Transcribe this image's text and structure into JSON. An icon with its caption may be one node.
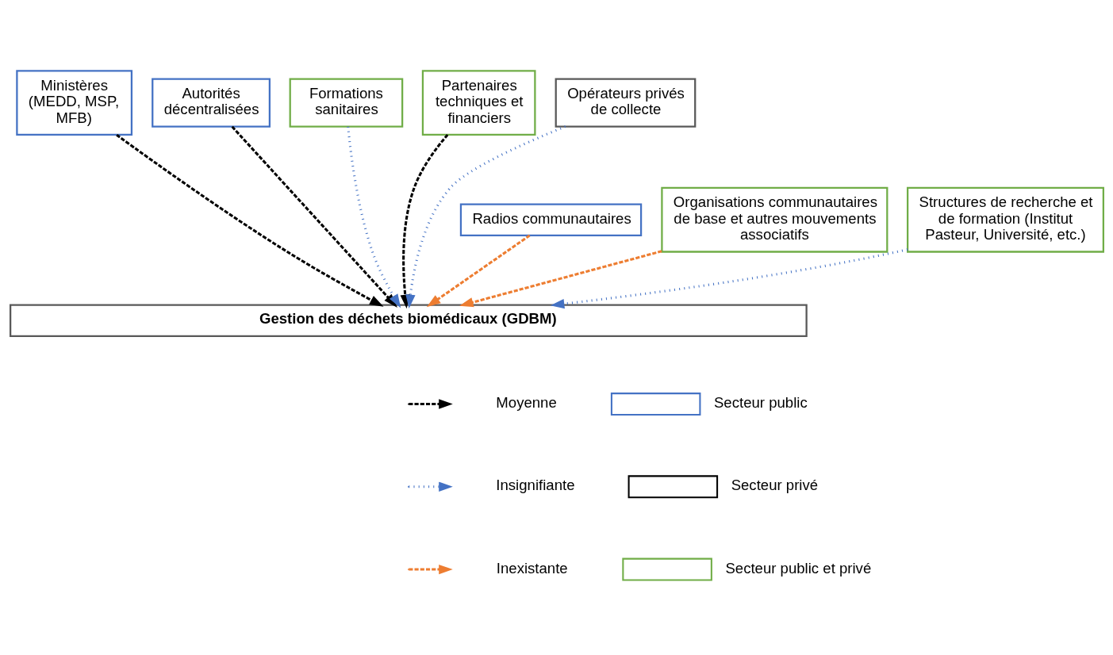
{
  "diagram": {
    "nodes": [
      {
        "text": [
          "Ministères (MEDD, MSP, MFB)"
        ]
      },
      {
        "text": [
          "Autorités décentralisées"
        ]
      },
      {
        "text": [
          "Formations sanitaires"
        ]
      },
      {
        "text": [
          "Partenaires techniques et financiers"
        ]
      },
      {
        "text": [
          "Opérateurs privés de collecte"
        ]
      },
      {
        "text": [
          "Radios communautaires"
        ]
      },
      {
        "text": [
          "Organisations communautaires de base et autres mouvements associatifs"
        ]
      },
      {
        "text": [
          "Structures de recherche et de formation (Institut Pasteur, Université, etc.)"
        ]
      },
      {
        "text": [
          "Gestion des déchets biomédicaux (GDBM)"
        ]
      }
    ],
    "edges": [
      {
        "from": 0,
        "to": 8,
        "arrow": "to",
        "style": "dashed"
      },
      {
        "from": 5,
        "to": 8,
        "arrow": "to",
        "style": "dashed",
        "color": "#ed7d31"
      },
      {
        "from": 1,
        "to": 8,
        "arrow": "to",
        "style": "dashed"
      },
      {
        "from": 6,
        "to": 8,
        "arrow": "to",
        "style": "dashed",
        "color": "#ed7d31"
      },
      {
        "from": 2,
        "to": 8,
        "arrow": "to",
        "style": "dashed",
        "color": "#4472c4"
      },
      {
        "from": 3,
        "to": 8,
        "arrow": "to",
        "style": "dashed"
      },
      {
        "from": 7,
        "to": 8,
        "arrow": "to",
        "style": "dashed",
        "color": "#4472c4"
      },
      {
        "from": 4,
        "to": 8,
        "arrow": "to",
        "style": "dashed",
        "color": "#4472c4"
      }
    ],
    "legend": [
      {
        "text": "Moyenne"
      },
      {
        "text": "Insignifiante"
      },
      {
        "text": "Inexistante"
      },
      {
        "text": "Secteur public",
        "color": "#4472c4"
      },
      {
        "text": "Secteur privé",
        "color": "#000000"
      },
      {
        "text": "Secteur public et privé",
        "color": "#70ad47"
      }
    ]
  }
}
